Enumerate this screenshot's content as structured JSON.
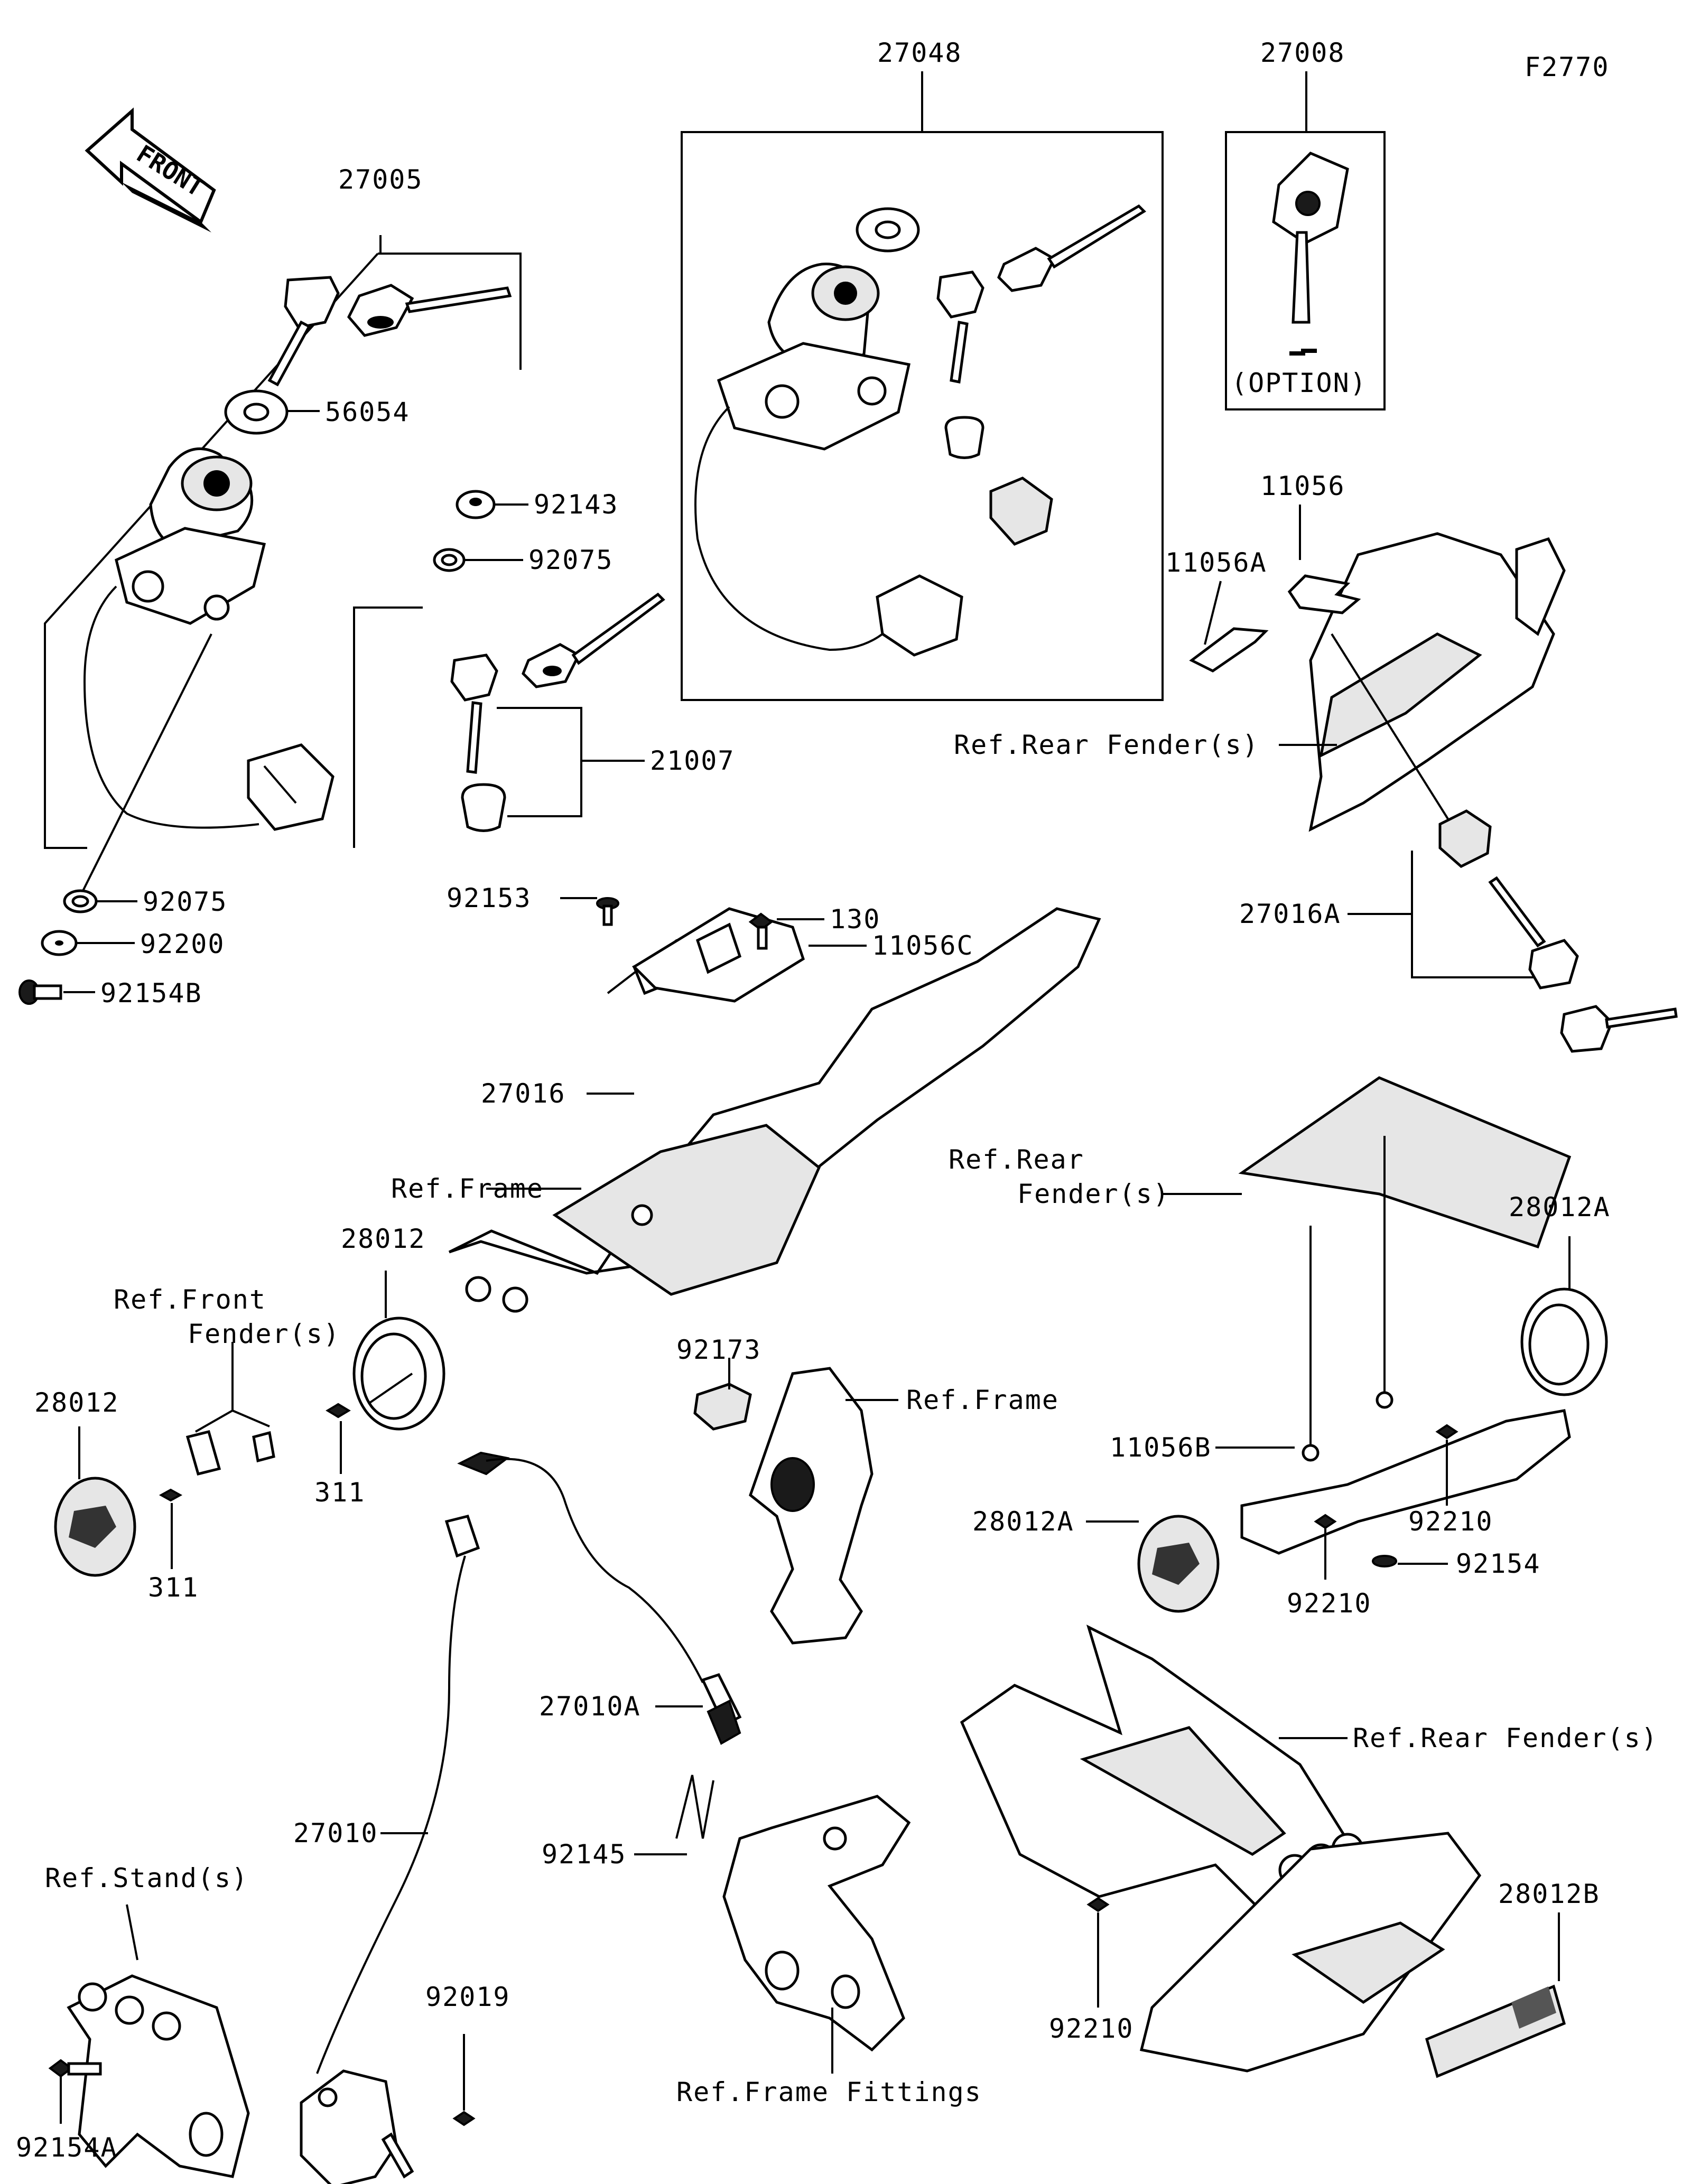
{
  "figure_code": "F2770",
  "front_arrow": {
    "label": "FRONT"
  },
  "callouts": {
    "p27048": "27048",
    "p27008": "27008",
    "p27005": "27005",
    "p56054": "56054",
    "p92143": "92143",
    "p92075_top": "92075",
    "p21007": "21007",
    "p92075_bot": "92075",
    "p92200": "92200",
    "p92154B": "92154B",
    "option": "(OPTION)",
    "p11056": "11056",
    "p11056A": "11056A",
    "ref_rear_fender_1": "Ref.Rear Fender(s)",
    "p27016A": "27016A",
    "p92153": "92153",
    "p130": "130",
    "p11056C": "11056C",
    "p27016": "27016",
    "ref_frame_1": "Ref.Frame",
    "ref_rear_fender_2a": "Ref.Rear",
    "ref_rear_fender_2b": "Fender(s)",
    "p28012_top": "28012",
    "ref_front_fender_a": "Ref.Front",
    "ref_front_fender_b": "Fender(s)",
    "p28012_left": "28012",
    "p311_right": "311",
    "p311_left": "311",
    "p92173": "92173",
    "ref_frame_2": "Ref.Frame",
    "p28012A_top": "28012A",
    "p11056B": "11056B",
    "p92210_right": "92210",
    "p28012A_left": "28012A",
    "p92154": "92154",
    "p92210_mid": "92210",
    "p27010A": "27010A",
    "ref_rear_fender_3": "Ref.Rear Fender(s)",
    "p27010": "27010",
    "p92145": "92145",
    "ref_stand": "Ref.Stand(s)",
    "p92019": "92019",
    "p28012B": "28012B",
    "p92154A": "92154A",
    "p92210_bot": "92210",
    "ref_frame_fittings": "Ref.Frame Fittings"
  }
}
